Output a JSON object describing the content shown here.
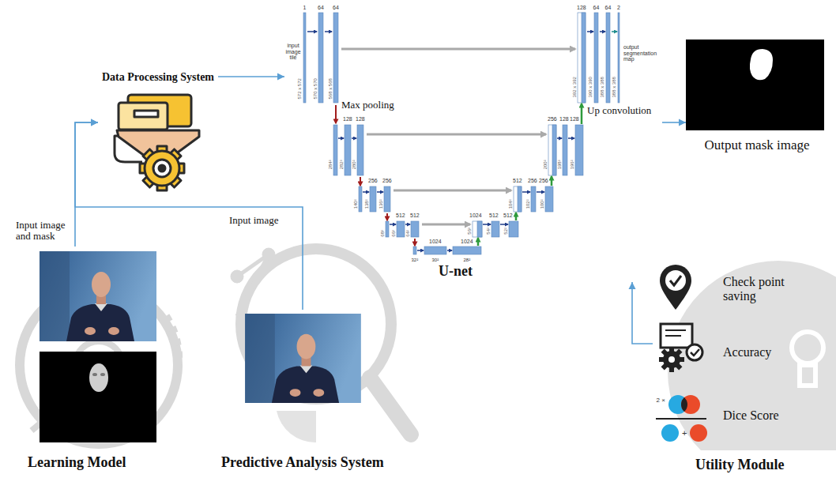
{
  "diagram": {
    "nodes": [
      {
        "text": [
          "Data Processing System"
        ]
      },
      {
        "text": [
          "U-net"
        ]
      },
      {
        "text": [
          "Output mask image"
        ]
      },
      {
        "text": [
          "Learning Model"
        ]
      },
      {
        "text": [
          "Predictive Analysis System"
        ]
      },
      {
        "text": [
          "Check point saving",
          "Accuracy",
          "Dice Score",
          "Utility Module"
        ]
      }
    ],
    "edges": [
      {
        "from": 3,
        "to": 0,
        "arrow": "to",
        "label": "Input image and mask"
      },
      {
        "from": 4,
        "to": 0,
        "arrow": "to",
        "label": "Input image"
      },
      {
        "from": 0,
        "to": 1,
        "arrow": "to"
      },
      {
        "from": 1,
        "to": 2,
        "arrow": "to"
      },
      {
        "from": 5,
        "to": 1,
        "arrow": "to"
      }
    ],
    "labels": [
      "1",
      "64",
      "64",
      "input image tile",
      "572 x 572",
      "570 x 570",
      "568 x 568",
      "Max pooling",
      "128",
      "128",
      "284²",
      "282²",
      "280²",
      "256",
      "256",
      "140²",
      "138²",
      "136²",
      "512",
      "512",
      "68²",
      "66²",
      "64²",
      "1024",
      "1024",
      "32²",
      "30²",
      "28²",
      "1024",
      "512",
      "512",
      "56²",
      "54²",
      "52²",
      "512",
      "256",
      "256",
      "104²",
      "102²",
      "100²",
      "256",
      "128",
      "128",
      "200²",
      "198²",
      "196²",
      "128",
      "64",
      "64",
      "2",
      "output segmentation map",
      "392 x 392",
      "390 x 390",
      "388 x 388",
      "388 x 388",
      "Up convolution",
      "2 ×",
      "+"
    ]
  }
}
